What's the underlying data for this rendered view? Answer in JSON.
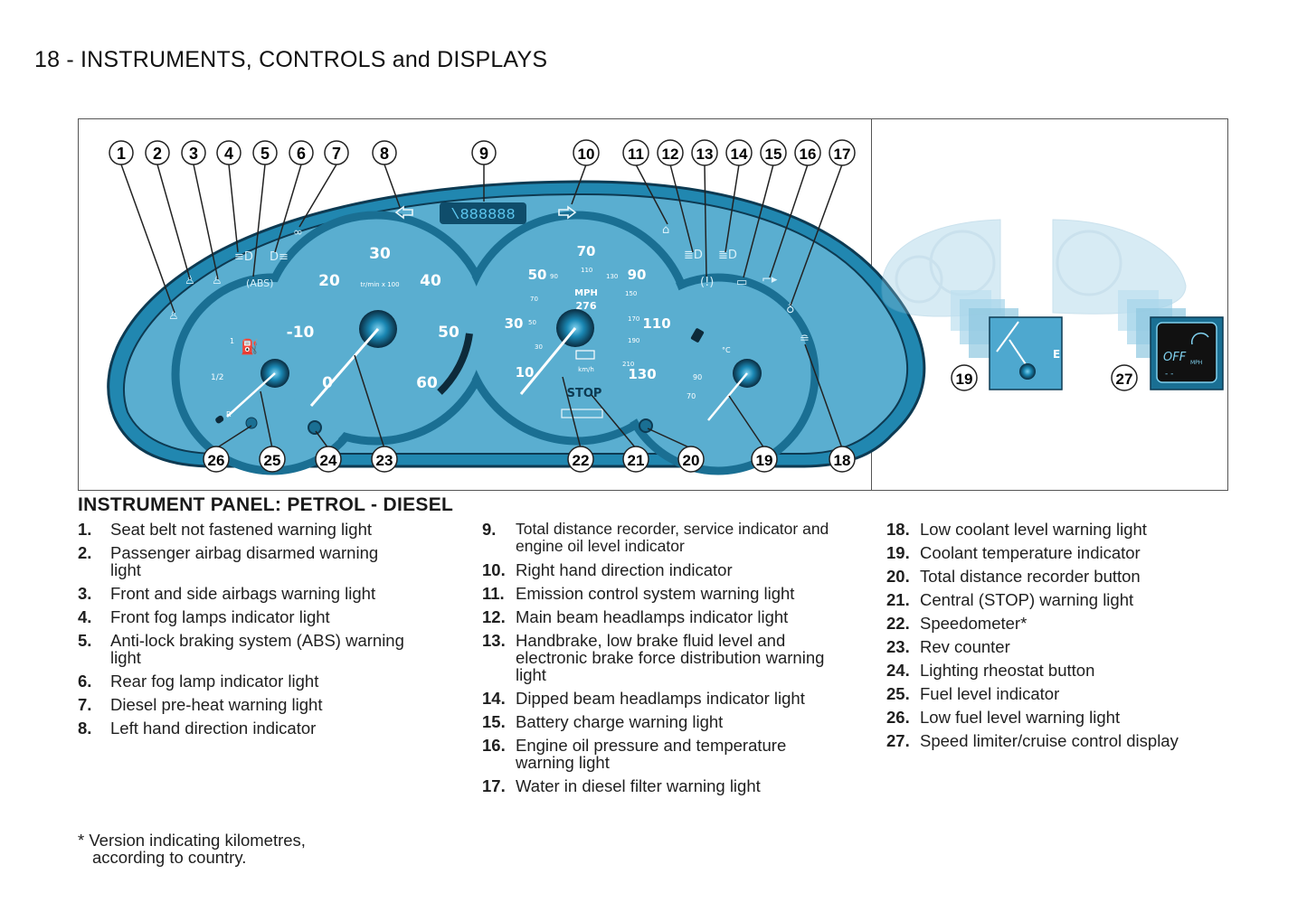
{
  "page": {
    "title": "18 - INSTRUMENTS, CONTROLS and DISPLAYS"
  },
  "colors": {
    "panel_fill": "#5aaed0",
    "panel_rim": "#1f7fa6",
    "panel_dark": "#0d3a52",
    "marking": "#ffffff",
    "callout_stroke": "#222222"
  },
  "figure": {
    "callouts_top": [
      "1",
      "2",
      "3",
      "4",
      "5",
      "6",
      "7",
      "8",
      "9",
      "10",
      "11",
      "12",
      "13",
      "14",
      "15",
      "16",
      "17"
    ],
    "callouts_bottom": [
      "26",
      "25",
      "24",
      "23",
      "22",
      "21",
      "20",
      "19",
      "18"
    ],
    "odometer_display": "\\888888",
    "rev_counter": {
      "unit_label": "tr/min x 100",
      "labels": [
        "-10",
        "20",
        "30",
        "40",
        "50",
        "60",
        "0"
      ]
    },
    "speedometer": {
      "unit_label": "MPH",
      "mph_labels": [
        "10",
        "30",
        "50",
        "70",
        "90",
        "110",
        "130"
      ],
      "kmh_labels": [
        "30",
        "50",
        "70",
        "90",
        "110",
        "130",
        "150",
        "170",
        "190",
        "210"
      ],
      "kmh_unit": "km/h",
      "center_readout": "276",
      "stop_label": "STOP"
    },
    "fuel_gauge": {
      "labels": [
        "1",
        "1/2",
        "R"
      ]
    },
    "coolant_gauge": {
      "labels": [
        "°C",
        "90",
        "70"
      ]
    },
    "detail_callouts": [
      "19",
      "27"
    ],
    "cruise_display": {
      "state": "OFF",
      "unit": "MPH",
      "value": "- -"
    }
  },
  "legend": {
    "heading": "INSTRUMENT PANEL: PETROL - DIESEL",
    "column1": [
      {
        "num": "1.",
        "text": "Seat belt not fastened warning light"
      },
      {
        "num": "2.",
        "text": "Passenger airbag disarmed warning light"
      },
      {
        "num": "3.",
        "text": "Front and side airbags warning light"
      },
      {
        "num": "4.",
        "text": "Front fog lamps indicator light"
      },
      {
        "num": "5.",
        "text": "Anti-lock braking system (ABS) warning light"
      },
      {
        "num": "6.",
        "text": "Rear fog lamp indicator light"
      },
      {
        "num": "7.",
        "text": "Diesel pre-heat warning light"
      },
      {
        "num": "8.",
        "text": "Left hand direction indicator"
      }
    ],
    "column2": [
      {
        "num": "9.",
        "text": "Total distance recorder, service indicator and engine oil level indicator"
      },
      {
        "num": "10.",
        "text": "Right hand direction indicator"
      },
      {
        "num": "11.",
        "text": "Emission control system warning light"
      },
      {
        "num": "12.",
        "text": "Main beam headlamps indicator light"
      },
      {
        "num": "13.",
        "text": "Handbrake, low brake fluid level and electronic brake force distribution warning light"
      },
      {
        "num": "14.",
        "text": "Dipped beam headlamps indicator light"
      },
      {
        "num": "15.",
        "text": "Battery charge warning light"
      },
      {
        "num": "16.",
        "text": "Engine oil pressure and temperature warning light"
      },
      {
        "num": "17.",
        "text": "Water in diesel filter warning light"
      }
    ],
    "column3": [
      {
        "num": "18.",
        "text": "Low coolant level warning light"
      },
      {
        "num": "19.",
        "text": "Coolant temperature indicator"
      },
      {
        "num": "20.",
        "text": "Total distance recorder button"
      },
      {
        "num": "21.",
        "text": "Central (STOP) warning light"
      },
      {
        "num": "22.",
        "text": "Speedometer*"
      },
      {
        "num": "23.",
        "text": "Rev counter"
      },
      {
        "num": "24.",
        "text": "Lighting rheostat button"
      },
      {
        "num": "25.",
        "text": "Fuel level indicator"
      },
      {
        "num": "26.",
        "text": "Low fuel level warning light"
      },
      {
        "num": "27.",
        "text": "Speed limiter/cruise control display"
      }
    ],
    "footnote_line1": "* Version indicating kilometres,",
    "footnote_line2": "according to country."
  }
}
